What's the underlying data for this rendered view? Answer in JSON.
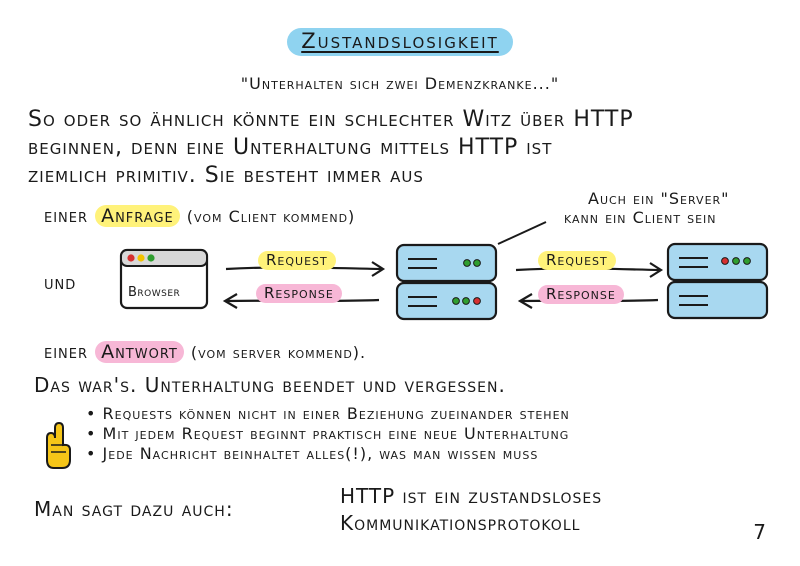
{
  "title": "Zustandslosigkeit",
  "quote": "\"Unterhalten sich zwei Demenzkranke...\"",
  "intro": [
    "So oder so ähnlich könnte ein schlechter Witz über HTTP",
    "beginnen, denn eine Unterhaltung mittels HTTP ist",
    "ziemlich primitiv. Sie besteht immer aus"
  ],
  "anfrage_prefix": "einer",
  "anfrage_word": "Anfrage",
  "anfrage_suffix": "(vom Client kommend)",
  "und": "und",
  "server_note_line1": "Auch ein \"Server\"",
  "server_note_line2": "kann ein Client sein",
  "browser_label": "Browser",
  "request_label": "Request",
  "response_label": "Response",
  "antwort_prefix": "einer",
  "antwort_word": "Antwort",
  "antwort_suffix": "(vom server kommend).",
  "conclusion": "Das war's. Unterhaltung beendet und vergessen.",
  "bullets": [
    "Requests können nicht in einer Beziehung zueinander stehen",
    "Mit jedem Request beginnt praktisch eine neue Unterhaltung",
    "Jede Nachricht beinhaltet alles(!), was man wissen muss"
  ],
  "summary_label": "Man sagt dazu auch:",
  "summary_line1": "HTTP ist ein zustandsloses",
  "summary_line2": "Kommunikationsprotokoll",
  "page_number": "7",
  "colors": {
    "blue": "#8fd3f0",
    "yellow": "#fff27a",
    "pink": "#f7b7d6",
    "server": "#a8d8f0",
    "led_green": "#2f9e2f",
    "led_red": "#d63030",
    "led_yellow": "#f2c200"
  },
  "icons": {
    "hint": "pointing-finger-icon"
  }
}
